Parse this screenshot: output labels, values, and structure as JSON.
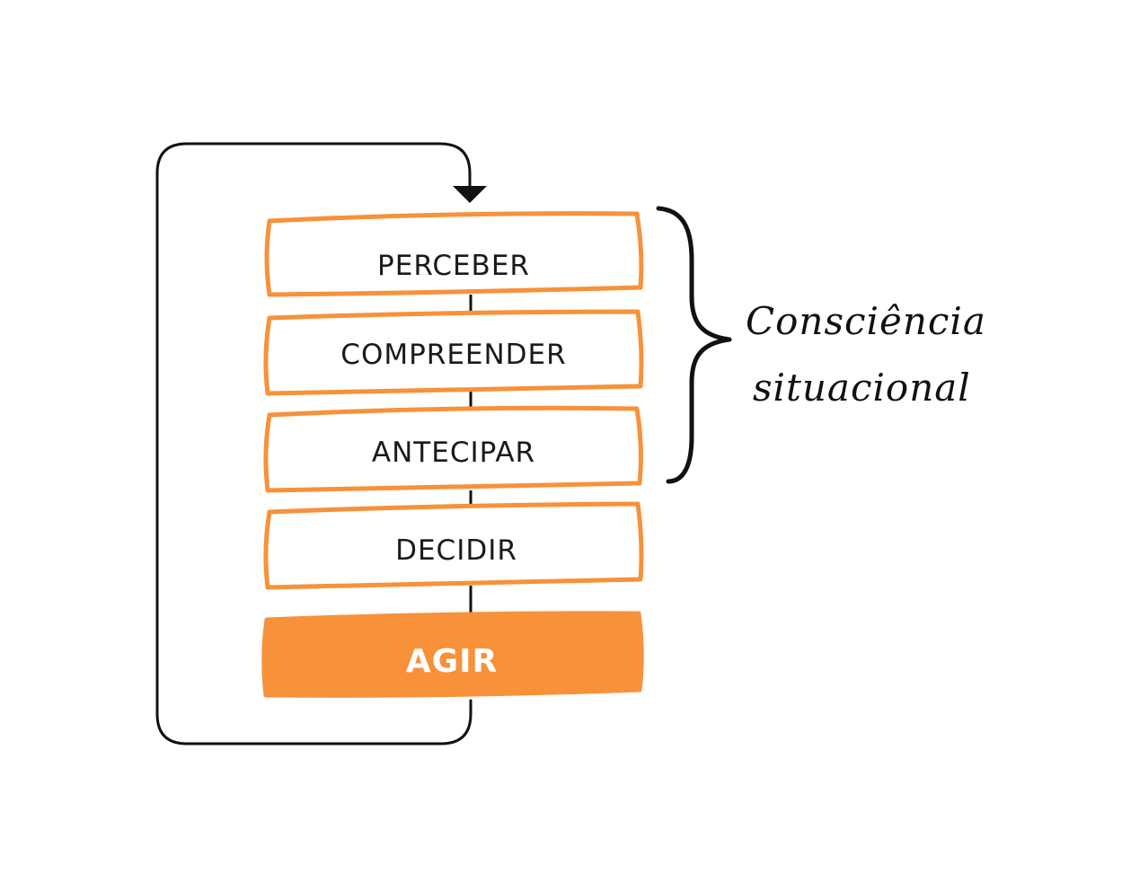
{
  "colors": {
    "accent": "#f7913a",
    "line": "#111111",
    "background": "#ffffff",
    "label_dark": "#1a1a1a",
    "label_light": "#ffffff"
  },
  "steps": [
    {
      "label": "PERCEBER",
      "style": "outline"
    },
    {
      "label": "COMPREENDER",
      "style": "outline"
    },
    {
      "label": "ANTECIPAR",
      "style": "outline"
    },
    {
      "label": "DECIDIR",
      "style": "outline"
    },
    {
      "label": "AGIR",
      "style": "filled"
    }
  ],
  "group": {
    "line1": "Consciência",
    "line2": "situacional"
  },
  "icons": {
    "loop_arrow": "loop-arrow-icon",
    "brace": "curly-brace-icon"
  }
}
